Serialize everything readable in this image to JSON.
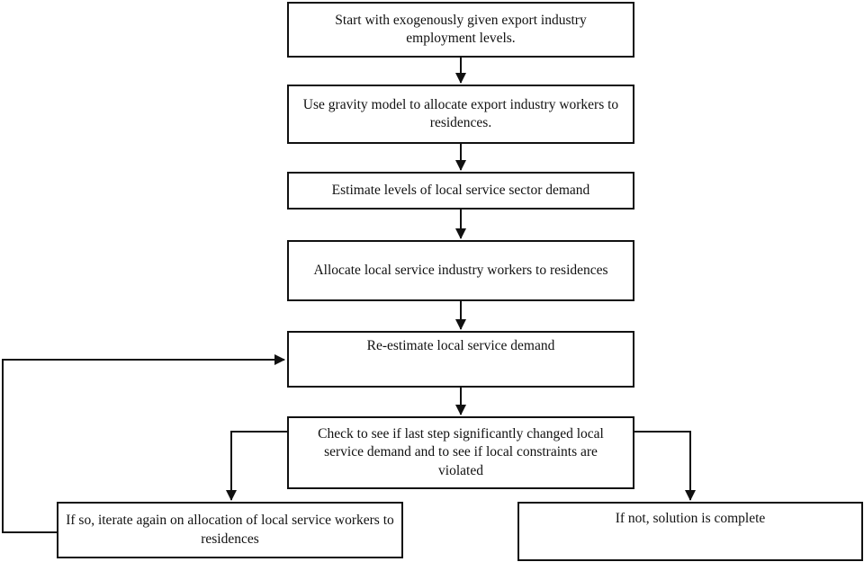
{
  "diagram": {
    "type": "flowchart",
    "colors": {
      "background": "#ffffff",
      "line": "#111111",
      "node_fill": "#ffffff",
      "text": "#111111"
    },
    "nodes": [
      {
        "id": "start",
        "label": "Start with exogenously given export industry employment levels."
      },
      {
        "id": "gravity",
        "label": "Use gravity model to allocate export industry workers to residences."
      },
      {
        "id": "estimate",
        "label": "Estimate levels of local service sector demand"
      },
      {
        "id": "allocate",
        "label": "Allocate local service industry workers to residences"
      },
      {
        "id": "reestimate",
        "label": "Re-estimate local service demand"
      },
      {
        "id": "check",
        "label": "Check to see if last step significantly changed local service demand and to see if local constraints are violated"
      },
      {
        "id": "iterate",
        "label": "If so, iterate again on allocation of local service workers to residences"
      },
      {
        "id": "complete",
        "label": "If not, solution is complete"
      }
    ],
    "edges": [
      {
        "from": "start",
        "to": "gravity"
      },
      {
        "from": "gravity",
        "to": "estimate"
      },
      {
        "from": "estimate",
        "to": "allocate"
      },
      {
        "from": "allocate",
        "to": "reestimate"
      },
      {
        "from": "reestimate",
        "to": "check"
      },
      {
        "from": "check",
        "to": "iterate"
      },
      {
        "from": "check",
        "to": "complete"
      },
      {
        "from": "iterate",
        "to": "reestimate"
      }
    ]
  }
}
